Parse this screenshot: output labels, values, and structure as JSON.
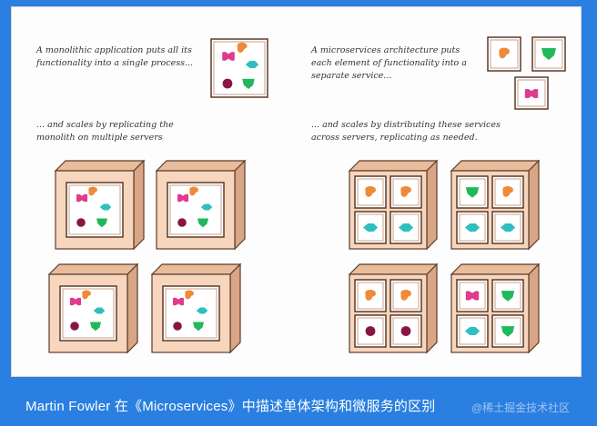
{
  "colors": {
    "background": "#2a7fe0",
    "box_face": "#f7d6bd",
    "box_side": "#d9a685",
    "box_outline": "#5a3c2c",
    "magenta": "#e03b8f",
    "orange": "#ef8a3a",
    "teal": "#2fbfbf",
    "maroon": "#8a1445",
    "green": "#1fb85a"
  },
  "texts": {
    "mono_intro": "A monolithic application puts all its\nfunctionality into a single process...",
    "mono_scale": "... and scales by replicating the\nmonolith on multiple servers",
    "micro_intro": "A microservices architecture puts\neach element of functionality into a\nseparate service...",
    "micro_scale": "... and scales by distributing these services\nacross servers, replicating as needed."
  },
  "caption": "Martin Fowler 在《Microservices》中描述单体架构和微服务的区别",
  "watermark": "@稀土掘金技术社区",
  "icons": [
    "magenta-bowtie-icon",
    "orange-blob-icon",
    "teal-diamond-icon",
    "maroon-dot-icon",
    "green-shield-icon"
  ]
}
